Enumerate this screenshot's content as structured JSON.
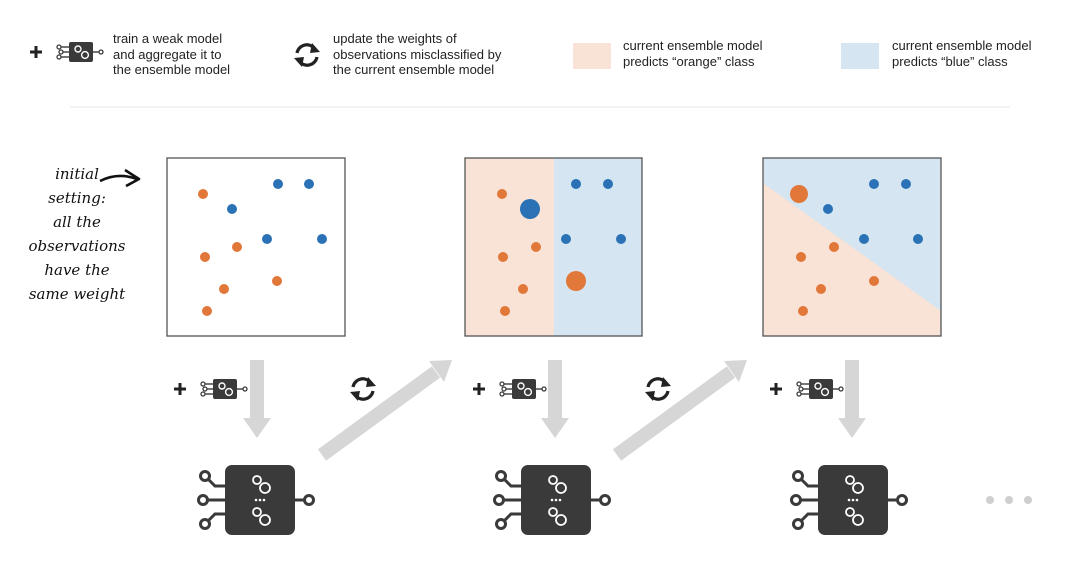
{
  "legend": {
    "train": "train a weak model\nand aggregate it to\nthe ensemble model",
    "update": "update the weights of\nobservations misclassified by\nthe current ensemble model",
    "orange": "current ensemble model\npredicts “orange” class",
    "blue": "current ensemble model\npredicts “blue” class"
  },
  "annotation": "initial\nsetting:\nall the\nobservations\nhave the\nsame weight",
  "colors": {
    "orange_point": "#e2773a",
    "blue_point": "#2a72b5",
    "orange_region": "#f8e3d6",
    "blue_region": "#d5e5f1",
    "arrow": "#d6d6d6",
    "chip": "#3a3a3a"
  },
  "icons": [
    "plus-icon",
    "weak-model-icon",
    "cycle-arrows-icon",
    "ensemble-model-chip-icon",
    "ellipsis-icon"
  ]
}
